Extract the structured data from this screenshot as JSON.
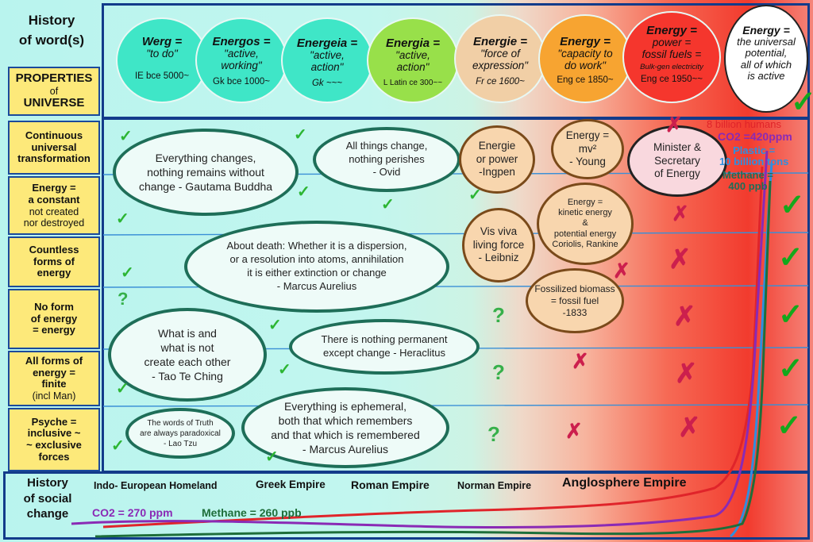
{
  "headers": {
    "history_words": "History\nof word(s)",
    "properties": [
      "PROPERTIES",
      "of",
      "UNIVERSE"
    ],
    "history_social": "History\nof social\nchange"
  },
  "word_history": [
    {
      "term": "Werg =",
      "meaning": "\"to do\"",
      "origin": "IE bce 5000~",
      "color": "#3fe6c7"
    },
    {
      "term": "Energos =",
      "meaning": "\"active,\nworking\"",
      "origin": "Gk bce 1000~",
      "color": "#3fe6c7"
    },
    {
      "term": "Energeia =",
      "meaning": "\"active,\naction\"",
      "origin": "Gk ~~~",
      "color": "#3fe6c7"
    },
    {
      "term": "Energia =",
      "meaning": "\"active,\naction\"",
      "origin": "L Latin ce 300~~",
      "color": "#98e04a"
    },
    {
      "term": "Energie =",
      "meaning": "\"force of\nexpression\"",
      "origin": "Fr ce 1600~",
      "color": "#f1cfa6"
    },
    {
      "term": "Energy =",
      "meaning": "\"capacity to\ndo work\"",
      "origin": "Eng ce 1850~",
      "color": "#f7a431"
    },
    {
      "term": "Energy =",
      "meaning": "power =\nfossil fuels =",
      "origin": "Eng ce 1950~~",
      "extra": "Bulk-gen electricity",
      "color": "#f5362d"
    },
    {
      "term": "Energy =",
      "meaning": "the universal\npotential,\nall of which\nis active",
      "origin": "",
      "color": "#ffffff"
    }
  ],
  "properties": [
    {
      "main": "Continuous\nuniversal\ntransformation",
      "sub": ""
    },
    {
      "main": "Energy =\na constant",
      "sub": "not created\nnor destroyed"
    },
    {
      "main": "Countless\nforms of\nenergy",
      "sub": ""
    },
    {
      "main": "No form\nof energy\n= energy",
      "sub": ""
    },
    {
      "main": "All forms of\nenergy =\nfinite",
      "sub": "(incl Man)"
    },
    {
      "main": "Psyche =\ninclusive ~\n~ exclusive\nforces",
      "sub": ""
    }
  ],
  "quotes": [
    "Everything changes,\nnothing remains without\nchange - Gautama Buddha",
    "All things change,\nnothing perishes\n- Ovid",
    "About death: Whether it is a dispersion,\nor a resolution into atoms, annihilation\nit is either extinction or change\n- Marcus Aurelius",
    "What is and\nwhat is not\ncreate each other\n- Tao Te Ching",
    "There is nothing permanent\nexcept change - Heraclitus",
    "Everything is ephemeral,\nboth that which remembers\nand that which is remembered\n- Marcus Aurelius",
    "The words of Truth\nare always paradoxical\n- Lao Tzu"
  ],
  "science": [
    "Energie\nor power\n-Ingpen",
    "Energy =\nmv²\n- Young",
    "Vis viva\nliving force\n- Leibniz",
    "Energy =\nkinetic energy\n&\npotential energy\nCoriolis, Rankine",
    "Fossilized biomass\n= fossil fuel\n-1833",
    "Minister &\nSecretary\nof Energy"
  ],
  "annotations": {
    "humans": "8 billion humans",
    "co2_now": "CO2 =420ppm",
    "plastic": "Plastic =\n10 billion tons",
    "methane_now": "Methane =\n400 ppb",
    "co2_then": "CO2 = 270 ppm",
    "methane_then": "Methane = 260 ppb"
  },
  "eras": [
    "Indo- European Homeland",
    "Greek Empire",
    "Roman Empire",
    "Norman Empire",
    "Anglosphere Empire"
  ],
  "colors": {
    "frame": "#123b8a",
    "quote_border": "#1e6e58",
    "check": "#2cb533",
    "cross": "#cc1f4d",
    "co2": "#8a2ab5",
    "methane": "#1e6e3a",
    "plastic": "#2e8fe0",
    "humans": "#e0242a"
  }
}
